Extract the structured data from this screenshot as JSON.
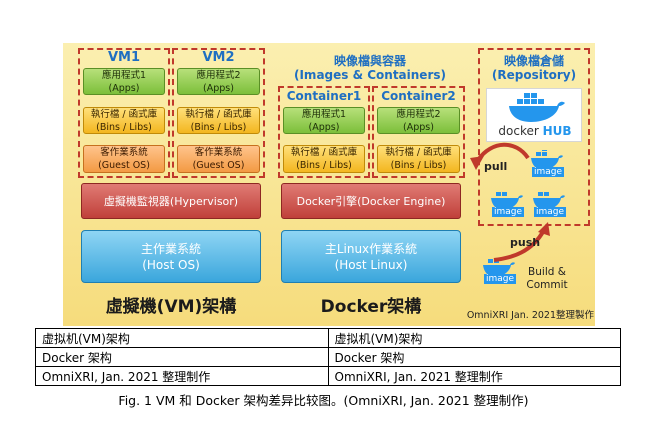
{
  "diagram": {
    "vm_column": {
      "vm1": {
        "title": "VM1",
        "app": [
          "應用程式1",
          "(Apps)"
        ],
        "libs": [
          "執行檔 / 函式庫",
          "(Bins / Libs)"
        ],
        "os": [
          "客作業系統",
          "(Guest OS)"
        ]
      },
      "vm2": {
        "title": "VM2",
        "app": [
          "應用程式2",
          "(Apps)"
        ],
        "libs": [
          "執行檔 / 函式庫",
          "(Bins / Libs)"
        ],
        "os": [
          "客作業系統",
          "(Guest OS)"
        ]
      },
      "hypervisor": "虛擬機監視器(Hypervisor)",
      "host_os": [
        "主作業系統",
        "(Host OS)"
      ],
      "label": "虛擬機(VM)架構"
    },
    "docker_column": {
      "header": [
        "映像檔與容器",
        "(Images & Containers)"
      ],
      "container1": {
        "title": "Container1",
        "app": [
          "應用程式1",
          "(Apps)"
        ],
        "libs": [
          "執行檔 / 函式庫",
          "(Bins / Libs)"
        ]
      },
      "container2": {
        "title": "Container2",
        "app": [
          "應用程式2",
          "(Apps)"
        ],
        "libs": [
          "執行檔 / 函式庫",
          "(Bins / Libs)"
        ]
      },
      "engine": "Docker引擎(Docker Engine)",
      "host_linux": [
        "主Linux作業系統",
        "(Host Linux)"
      ],
      "label": "Docker架構"
    },
    "repository": {
      "header": [
        "映像檔倉儲",
        "(Repository)"
      ],
      "hub_text": "docker",
      "hub_suffix": "HUB",
      "pull_label": "pull",
      "push_label": "push",
      "build_commit": [
        "Build &",
        "Commit"
      ],
      "image_label": "image"
    },
    "credit": "OmniXRI Jan. 2021整理製作"
  },
  "table": {
    "rows": [
      [
        "虚拟机(VM)架构",
        "虚拟机(VM)架构"
      ],
      [
        "Docker 架构",
        "Docker 架构"
      ],
      [
        "OmniXRI, Jan. 2021 整理制作",
        "OmniXRI, Jan. 2021 整理制作"
      ]
    ]
  },
  "caption": "Fig. 1 VM 和 Docker 架构差异比较图。(OmniXRI, Jan. 2021 整理制作)",
  "colors": {
    "panel_bg": "#f8e394",
    "dashed_border": "#c0392b",
    "title_blue": "#1f6fc2",
    "arrow_red": "#c0392b"
  }
}
